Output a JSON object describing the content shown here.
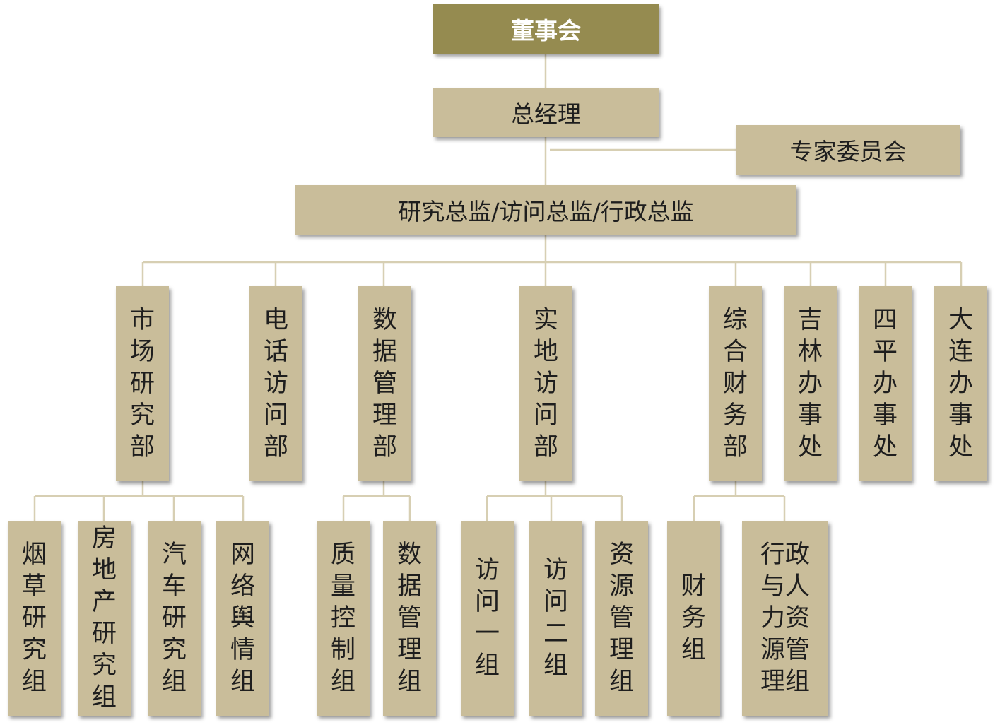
{
  "colors": {
    "box_fill": "#c9bd9a",
    "top_fill": "#958b50",
    "line": "#d7cfb3",
    "text": "#1e1e1e",
    "top_text": "#ffffff"
  },
  "nodes": {
    "board": "董事会",
    "gm": "总经理",
    "experts": "专家委员会",
    "directors": "研究总监/访问总监/行政总监",
    "market": "市场研究部",
    "phone": "电话访问部",
    "data": "数据管理部",
    "field": "实地访问部",
    "finance": "综合财务部",
    "jilin": "吉林办事处",
    "siping": "四平办事处",
    "dalian": "大连办事处",
    "tobacco": "烟草研究组",
    "realestate": "房地产研究组",
    "auto": "汽车研究组",
    "opinion": "网络舆情组",
    "quality": "质量控制组",
    "datamgmt": "数据管理组",
    "visit1": "访问一组",
    "visit2": "访问二组",
    "resource": "资源管理组",
    "fingroup": "财务组",
    "hr": "行政与人力资源管理组"
  }
}
